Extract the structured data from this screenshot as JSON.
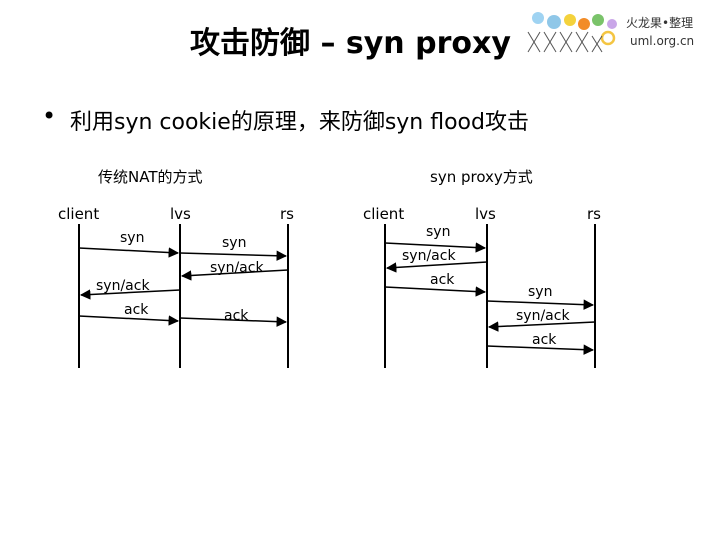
{
  "title": "攻击防御 – syn proxy",
  "bullet": "利用syn cookie的原理，来防御syn flood攻击",
  "logo": {
    "line1": "火龙果•整理",
    "line2": "uml.org.cn"
  },
  "left_diagram": {
    "section_title": "传统NAT的方式",
    "participants": {
      "client": "client",
      "lvs": "lvs",
      "rs": "rs"
    },
    "messages": {
      "m1": "syn",
      "m2": "syn",
      "m3": "syn/ack",
      "m4": "syn/ack",
      "m5": "ack",
      "m6": "ack"
    }
  },
  "right_diagram": {
    "section_title": "syn proxy方式",
    "participants": {
      "client": "client",
      "lvs": "lvs",
      "rs": "rs"
    },
    "messages": {
      "m1": "syn",
      "m2": "syn/ack",
      "m3": "ack",
      "m4": "syn",
      "m5": "syn/ack",
      "m6": "ack"
    }
  }
}
